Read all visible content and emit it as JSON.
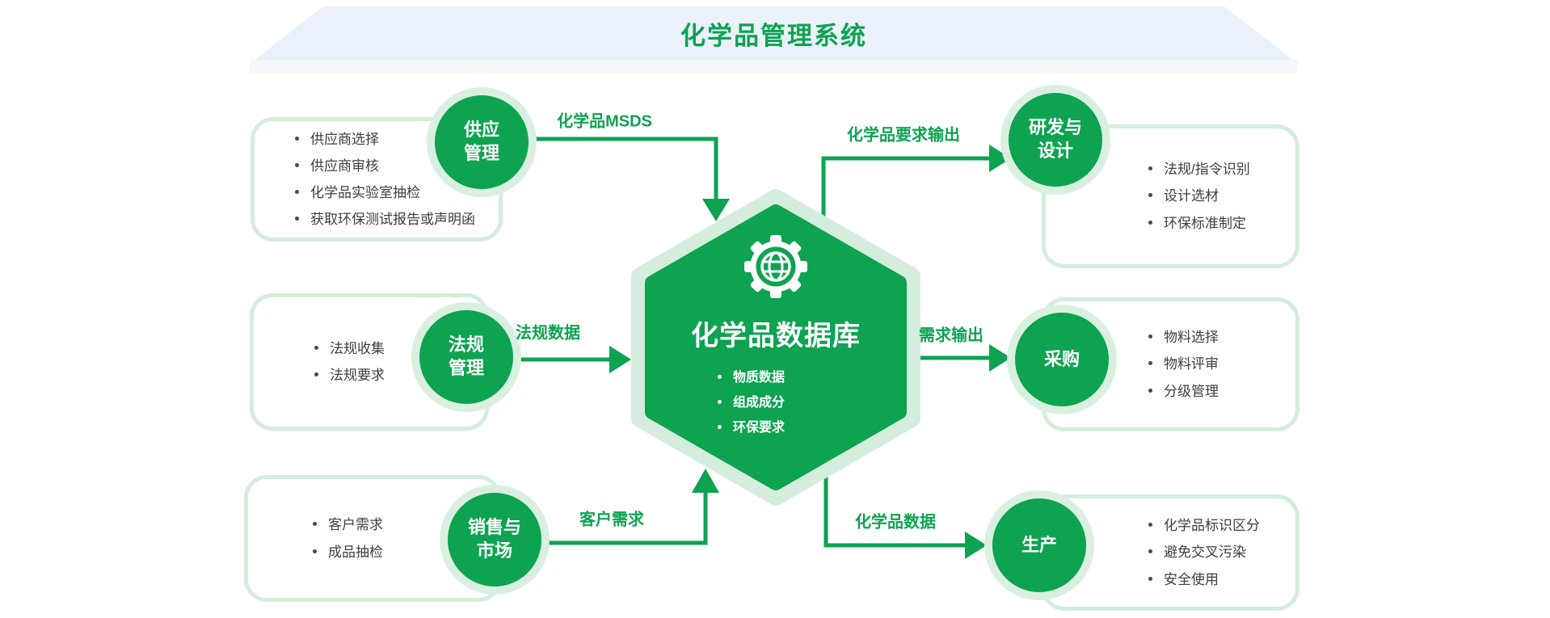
{
  "header": {
    "title": "化学品管理系统"
  },
  "database": {
    "title": "化学品数据库",
    "icon": "gear-globe-icon",
    "items": [
      "物质数据",
      "组成成分",
      "环保要求"
    ]
  },
  "nodes": {
    "supply": {
      "label_lines": [
        "供应",
        "管理"
      ],
      "items": [
        "供应商选择",
        "供应商审核",
        "化学品实验室抽检",
        "获取环保测试报告或声明函"
      ],
      "arrow_label": "化学品MSDS"
    },
    "regulation": {
      "label_lines": [
        "法规",
        "管理"
      ],
      "items": [
        "法规收集",
        "法规要求"
      ],
      "arrow_label": "法规数据"
    },
    "sales": {
      "label_lines": [
        "销售与",
        "市场"
      ],
      "items": [
        "客户需求",
        "成品抽检"
      ],
      "arrow_label": "客户需求"
    },
    "rnd": {
      "label_lines": [
        "研发与",
        "设计"
      ],
      "items": [
        "法规/指令识别",
        "设计选材",
        "环保标准制定"
      ],
      "arrow_label": "化学品要求输出"
    },
    "procurement": {
      "label_lines": [
        "采购"
      ],
      "items": [
        "物料选择",
        "物料评审",
        "分级管理"
      ],
      "arrow_label": "需求输出"
    },
    "production": {
      "label_lines": [
        "生产"
      ],
      "items": [
        "化学品标识区分",
        "避免交叉污染",
        "安全使用"
      ],
      "arrow_label": "化学品数据"
    }
  },
  "colors": {
    "green": "#0DA351",
    "light_green": "#D4EDDC",
    "halo_green": "#D9F0E0",
    "header_bg": "#EAF1FA",
    "header_strip": "#F4F8FD",
    "item_text": "#3E3E3E"
  }
}
